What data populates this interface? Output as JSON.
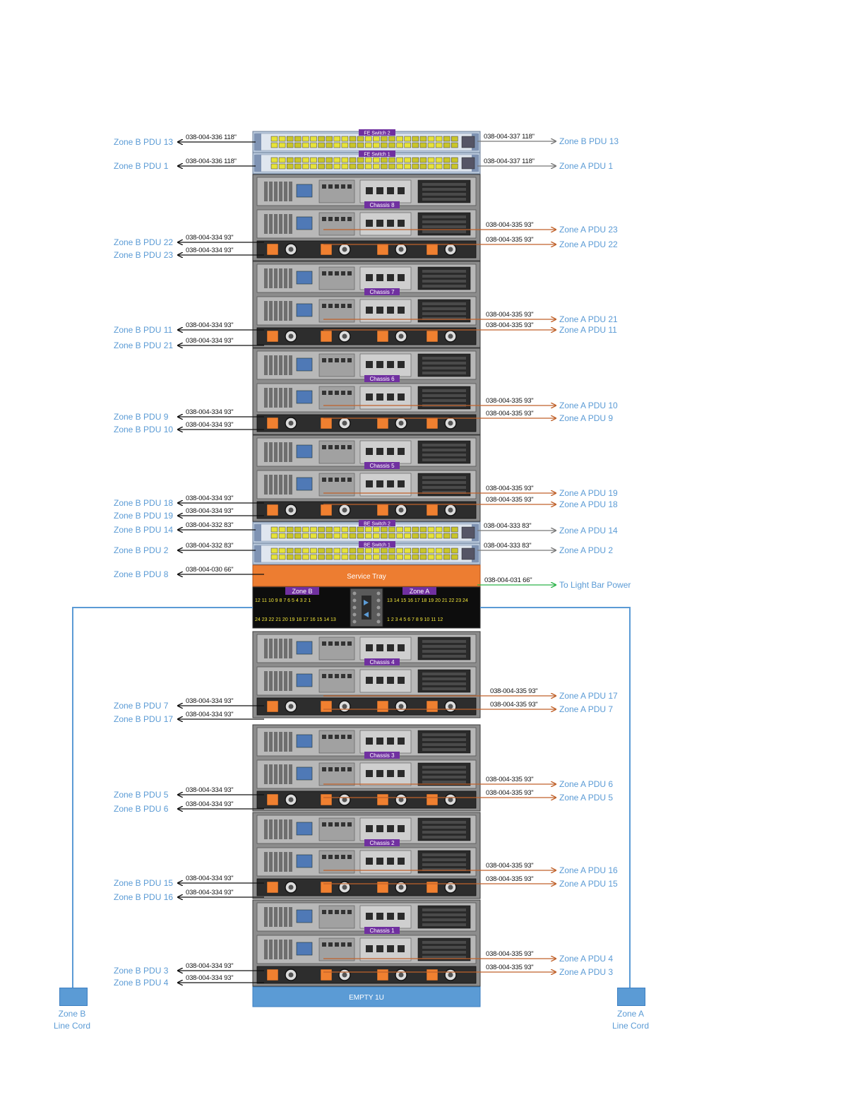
{
  "colors": {
    "zone_label": "#5b9bd5",
    "zone_a_arrow": "#c0622b",
    "zone_b_arrow": "#111111",
    "switch_arrow": "#777777",
    "light_bar_arrow": "#2db34a",
    "line_cord": "#5b9bd5",
    "service_tray": "#ed7d31",
    "chassis_tag": "#7030a0",
    "empty_slot": "#5b9bd5"
  },
  "rack": {
    "switches_top": [
      {
        "label": "FE Switch 2"
      },
      {
        "label": "FE Switch 1"
      }
    ],
    "chassis_upper": [
      {
        "label": "Chassis 8"
      },
      {
        "label": "Chassis 7"
      },
      {
        "label": "Chassis 6"
      },
      {
        "label": "Chassis 5"
      }
    ],
    "switches_mid": [
      {
        "label": "BE Switch 2"
      },
      {
        "label": "BE Switch 1"
      }
    ],
    "service_tray": "Service Tray",
    "pdu_panel": {
      "zone_b_label": "Zone B",
      "zone_a_label": "Zone A",
      "zone_b_top_ports": "12 11 10 9   8  7  6  5   4  3  2  1",
      "zone_b_bottom_ports": "24 23 22 21  20 19 18 17  16 15 14 13",
      "zone_a_top_ports": "13 14 15 16  17 18 19 20  21 22 23 24",
      "zone_a_bottom_ports": "1  2  3  4   5  6  7  8   9 10 11 12"
    },
    "chassis_lower": [
      {
        "label": "Chassis 4"
      },
      {
        "label": "Chassis 3"
      },
      {
        "label": "Chassis 2"
      },
      {
        "label": "Chassis 1"
      }
    ],
    "empty_slot": "EMPTY 1U"
  },
  "connections_left": [
    {
      "zone": "Zone B PDU 13",
      "part": "038-004-336 118\""
    },
    {
      "zone": "Zone B PDU 1",
      "part": "038-004-336 118\""
    },
    {
      "zone": "Zone B PDU 22",
      "part": "038-004-334 93\""
    },
    {
      "zone": "Zone B PDU 23",
      "part": "038-004-334 93\""
    },
    {
      "zone": "Zone B PDU 11",
      "part": "038-004-334 93\""
    },
    {
      "zone": "Zone B PDU 21",
      "part": "038-004-334 93\""
    },
    {
      "zone": "Zone B PDU 9",
      "part": "038-004-334 93\""
    },
    {
      "zone": "Zone B PDU 10",
      "part": "038-004-334 93\""
    },
    {
      "zone": "Zone B PDU 18",
      "part": "038-004-334 93\""
    },
    {
      "zone": "Zone B PDU 19",
      "part": "038-004-334 93\""
    },
    {
      "zone": "Zone B PDU 14",
      "part": "038-004-332 83\""
    },
    {
      "zone": "Zone B PDU 2",
      "part": "038-004-332 83\""
    },
    {
      "zone": "Zone B PDU 8",
      "part": "038-004-030 66\""
    },
    {
      "zone": "Zone B PDU 7",
      "part": "038-004-334 93\""
    },
    {
      "zone": "Zone B PDU 17",
      "part": "038-004-334 93\""
    },
    {
      "zone": "Zone B PDU 5",
      "part": "038-004-334 93\""
    },
    {
      "zone": "Zone B PDU 6",
      "part": "038-004-334 93\""
    },
    {
      "zone": "Zone B PDU 15",
      "part": "038-004-334 93\""
    },
    {
      "zone": "Zone B PDU 16",
      "part": "038-004-334 93\""
    },
    {
      "zone": "Zone B PDU 3",
      "part": "038-004-334 93\""
    },
    {
      "zone": "Zone B PDU 4",
      "part": "038-004-334 93\""
    }
  ],
  "connections_right": [
    {
      "zone": "Zone B PDU 13",
      "part": "038-004-337 118\""
    },
    {
      "zone": "Zone A PDU 1",
      "part": "038-004-337 118\""
    },
    {
      "zone": "Zone A PDU 23",
      "part": "038-004-335 93\""
    },
    {
      "zone": "Zone A PDU 22",
      "part": "038-004-335 93\""
    },
    {
      "zone": "Zone A PDU 21",
      "part": "038-004-335 93\""
    },
    {
      "zone": "Zone A PDU 11",
      "part": "038-004-335 93\""
    },
    {
      "zone": "Zone A PDU 10",
      "part": "038-004-335 93\""
    },
    {
      "zone": "Zone A PDU 9",
      "part": "038-004-335 93\""
    },
    {
      "zone": "Zone A PDU 19",
      "part": "038-004-335 93\""
    },
    {
      "zone": "Zone A PDU 18",
      "part": "038-004-335 93\""
    },
    {
      "zone": "Zone A PDU 14",
      "part": "038-004-333 83\""
    },
    {
      "zone": "Zone A PDU 2",
      "part": "038-004-333 83\""
    },
    {
      "zone": "To Light Bar Power",
      "part": "038-004-031 66\""
    },
    {
      "zone": "Zone A PDU 17",
      "part": "038-004-335 93\""
    },
    {
      "zone": "Zone A PDU 7",
      "part": "038-004-335 93\""
    },
    {
      "zone": "Zone A PDU 6",
      "part": "038-004-335 93\""
    },
    {
      "zone": "Zone A PDU 5",
      "part": "038-004-335 93\""
    },
    {
      "zone": "Zone A PDU 16",
      "part": "038-004-335 93\""
    },
    {
      "zone": "Zone A PDU 15",
      "part": "038-004-335 93\""
    },
    {
      "zone": "Zone A PDU 4",
      "part": "038-004-335 93\""
    },
    {
      "zone": "Zone A PDU 3",
      "part": "038-004-335 93\""
    }
  ],
  "line_cords": {
    "zone_b": {
      "line1": "Zone B",
      "line2": "Line Cord"
    },
    "zone_a": {
      "line1": "Zone A",
      "line2": "Line Cord"
    }
  }
}
